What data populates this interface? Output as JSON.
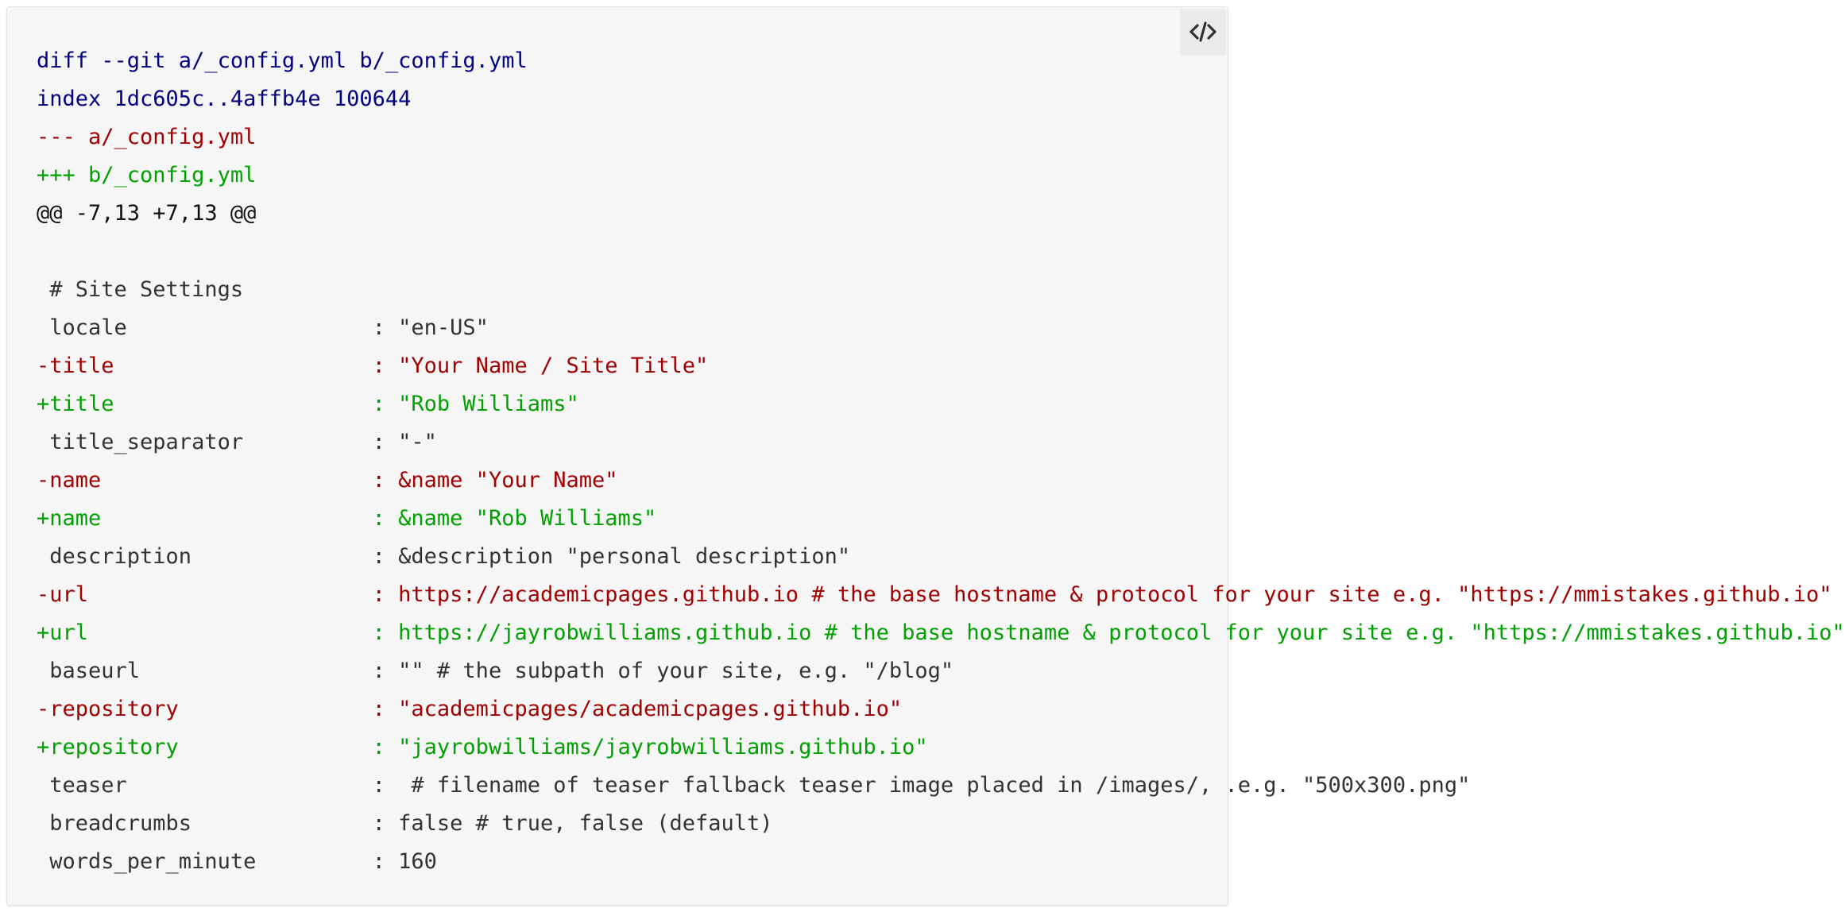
{
  "code_toggle": {
    "icon": "code-icon",
    "color": "#333333"
  },
  "colors": {
    "background": "#f6f6f6",
    "meta": "#000080",
    "deleted": "#a00000",
    "added": "#00a000",
    "context": "#333333"
  },
  "diff": {
    "lines": [
      {
        "type": "meta",
        "text": "diff --git a/_config.yml b/_config.yml"
      },
      {
        "type": "meta",
        "text": "index 1dc605c..4affb4e 100644"
      },
      {
        "type": "fromfile",
        "text": "--- a/_config.yml"
      },
      {
        "type": "tofile",
        "text": "+++ b/_config.yml"
      },
      {
        "type": "hunk",
        "text": "@@ -7,13 +7,13 @@"
      },
      {
        "type": "blank",
        "text": ""
      },
      {
        "type": "ctx",
        "text": " # Site Settings"
      },
      {
        "type": "ctx",
        "text": " locale                   : \"en-US\""
      },
      {
        "type": "del",
        "text": "-title                    : \"Your Name / Site Title\""
      },
      {
        "type": "add",
        "text": "+title                    : \"Rob Williams\""
      },
      {
        "type": "ctx",
        "text": " title_separator          : \"-\""
      },
      {
        "type": "del",
        "text": "-name                     : &name \"Your Name\""
      },
      {
        "type": "add",
        "text": "+name                     : &name \"Rob Williams\""
      },
      {
        "type": "ctx",
        "text": " description              : &description \"personal description\""
      },
      {
        "type": "del",
        "text": "-url                      : https://academicpages.github.io # the base hostname & protocol for your site e.g. \"https://mmistakes.github.io\""
      },
      {
        "type": "add",
        "text": "+url                      : https://jayrobwilliams.github.io # the base hostname & protocol for your site e.g. \"https://mmistakes.github.io\""
      },
      {
        "type": "ctx",
        "text": " baseurl                  : \"\" # the subpath of your site, e.g. \"/blog\""
      },
      {
        "type": "del",
        "text": "-repository               : \"academicpages/academicpages.github.io\""
      },
      {
        "type": "add",
        "text": "+repository               : \"jayrobwilliams/jayrobwilliams.github.io\""
      },
      {
        "type": "ctx",
        "text": " teaser                   :  # filename of teaser fallback teaser image placed in /images/, .e.g. \"500x300.png\""
      },
      {
        "type": "ctx",
        "text": " breadcrumbs              : false # true, false (default)"
      },
      {
        "type": "ctx",
        "text": " words_per_minute         : 160"
      }
    ]
  }
}
